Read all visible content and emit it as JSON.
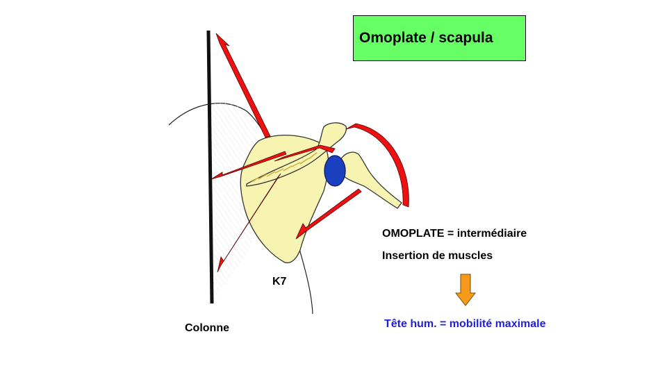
{
  "title": "Omoplate / scapula",
  "labels": {
    "k7": "K7",
    "colonne": "Colonne",
    "omoplate_key": "OMOPLATE =",
    "omoplate_value": "intermédiaire",
    "insertion": "Insertion de muscles",
    "tete": "Tête hum. = mobilité maximale"
  },
  "colors": {
    "title_bg": "#66ff66",
    "muscle_arrow": "#ee1111",
    "humeral_head": "#1a3fbf",
    "bone": "#f7f3b0",
    "flow_arrow": "#f59a1b",
    "highlight_text": "#1f1fdd"
  },
  "icons": [
    "down-arrow-icon"
  ]
}
